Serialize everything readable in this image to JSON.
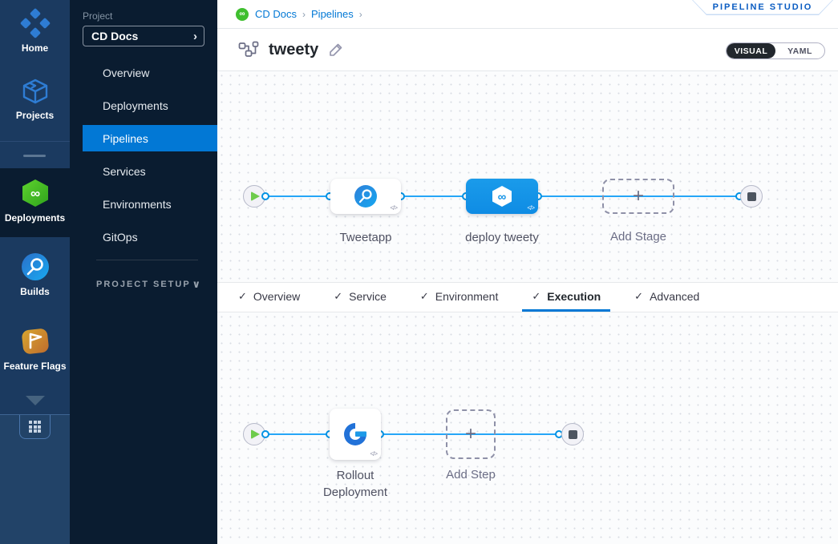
{
  "colors": {
    "accent_blue": "#0278d5",
    "flow_line_blue": "#0092e4",
    "stage_blue": "#1292e6",
    "deploy_green": "#3fbf2f",
    "sidebar_navy": "#1b3a60",
    "nav_dark": "#0a1c30"
  },
  "module_sidebar": {
    "items": [
      {
        "label": "Home"
      },
      {
        "label": "Projects"
      },
      {
        "label": "Deployments"
      },
      {
        "label": "Builds"
      },
      {
        "label": "Feature Flags"
      }
    ]
  },
  "project_nav": {
    "project_label": "Project",
    "project_name": "CD Docs",
    "items": [
      {
        "label": "Overview"
      },
      {
        "label": "Deployments"
      },
      {
        "label": "Pipelines",
        "active": true
      },
      {
        "label": "Services"
      },
      {
        "label": "Environments"
      },
      {
        "label": "GitOps"
      }
    ],
    "setup_label": "PROJECT SETUP"
  },
  "header": {
    "breadcrumb": {
      "crumb1": "CD Docs",
      "crumb2": "Pipelines",
      "separator": "›"
    },
    "studio_badge": "PIPELINE STUDIO",
    "pipeline_name": "tweety",
    "toggle": {
      "visual": "VISUAL",
      "yaml": "YAML"
    }
  },
  "tabs": [
    {
      "label": "Overview"
    },
    {
      "label": "Service"
    },
    {
      "label": "Environment"
    },
    {
      "label": "Execution",
      "active": true
    },
    {
      "label": "Advanced"
    }
  ],
  "stage_canvas": {
    "stage1_label": "Tweetapp",
    "stage2_label": "deploy tweety",
    "add_label": "Add Stage",
    "code_glyph": "</>"
  },
  "step_canvas": {
    "step1_label": "Rollout Deployment",
    "add_label": "Add Step",
    "code_glyph": "</>"
  },
  "glyphs": {
    "check": "✓",
    "plus": "+",
    "chevron_right": "›",
    "chevron_down": "∨",
    "infinity": "∞"
  }
}
